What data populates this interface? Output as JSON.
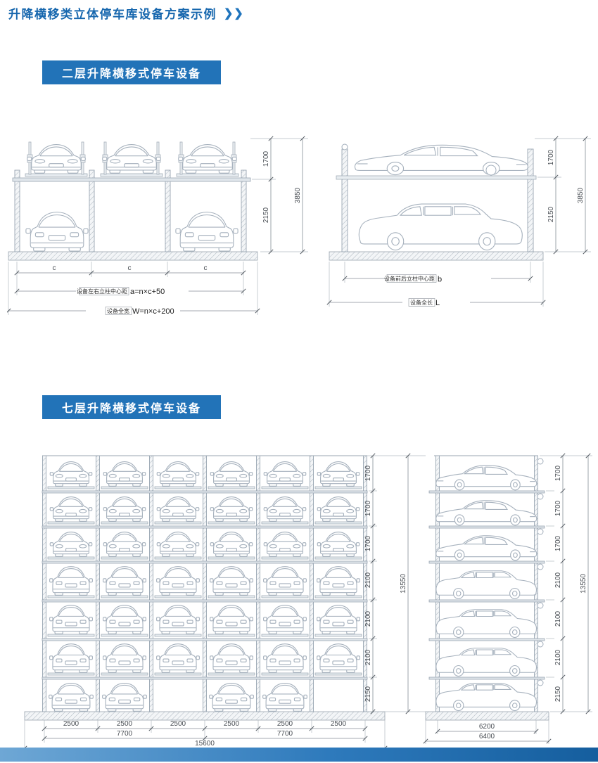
{
  "page": {
    "title": "升降横移类立体停车库设备方案示例",
    "chevrons": "❯❯"
  },
  "section1": {
    "heading": "二层升降横移式停车设备",
    "front": {
      "h1": "1700",
      "h2": "2150",
      "htotal": "3850",
      "c1": "c",
      "c2": "c",
      "c3": "c",
      "width_center_label": "设备左右立柱中心距",
      "width_center_formula": "a=n×c+50",
      "width_total_label": "设备全宽",
      "width_total_formula": "W=n×c+200"
    },
    "side": {
      "h1": "1700",
      "h2": "2150",
      "htotal": "3850",
      "depth_center_label": "设备前后立柱中心距",
      "depth_center_value": "b",
      "length_label": "设备全长",
      "length_value": "L"
    }
  },
  "section2": {
    "heading": "七层升降横移式停车设备",
    "front": {
      "levels": [
        "1700",
        "1700",
        "1700",
        "2100",
        "2100",
        "2100",
        "2150"
      ],
      "total_height": "13550",
      "bays": [
        "2500",
        "2500",
        "2500",
        "2500",
        "2500",
        "2500"
      ],
      "groups": [
        "7700",
        "7700"
      ],
      "total_width": "15600"
    },
    "side": {
      "levels": [
        "1700",
        "1700",
        "1700",
        "2100",
        "2100",
        "2100",
        "2150"
      ],
      "total_height": "13550",
      "inner_depth": "6200",
      "outer_depth": "6400"
    }
  }
}
